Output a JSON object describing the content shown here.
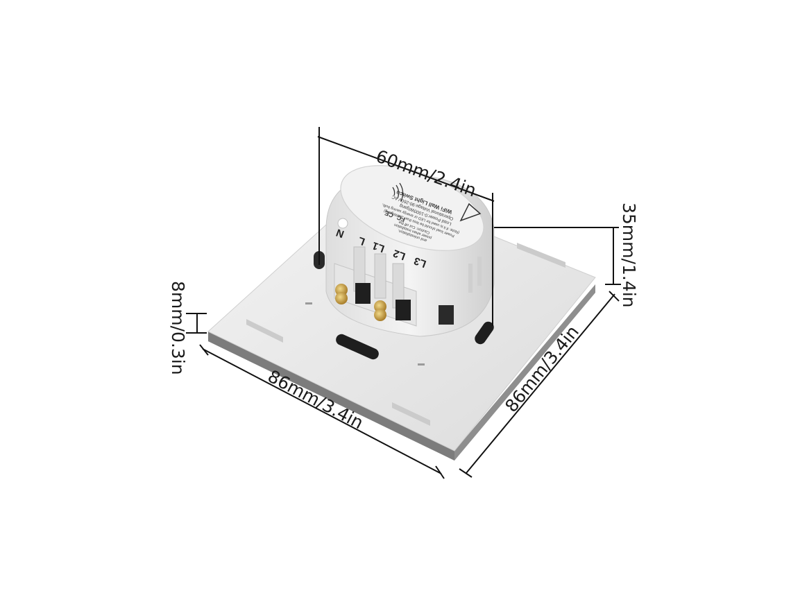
{
  "product": {
    "terminals": [
      "L3",
      "L2",
      "L1",
      "L",
      "N"
    ],
    "label_lines": [
      "WiFi Wall Light Switch",
      "Operational Voltage:90-260V AC",
      "Load Power:0-1000W/gang",
      "(Note: if it is used for LED or energy saving bulb,",
      "Power load should be less than 300W/gang)",
      "Caution: Cut off the",
      "power when installation",
      "and uninstallation."
    ],
    "marks": [
      "FC",
      "CE"
    ],
    "colors": {
      "plate": "#e8e8e8",
      "module": "#eeeeee",
      "brass": "#c9a04a",
      "edge": "#8a8a8a"
    }
  },
  "dimensions": {
    "module_width": "60mm/2.4in",
    "module_depth": "35mm/1.4in",
    "plate_thickness": "8mm/0.3in",
    "plate_width": "86mm/3.4in",
    "plate_height": "86mm/3.4in"
  }
}
